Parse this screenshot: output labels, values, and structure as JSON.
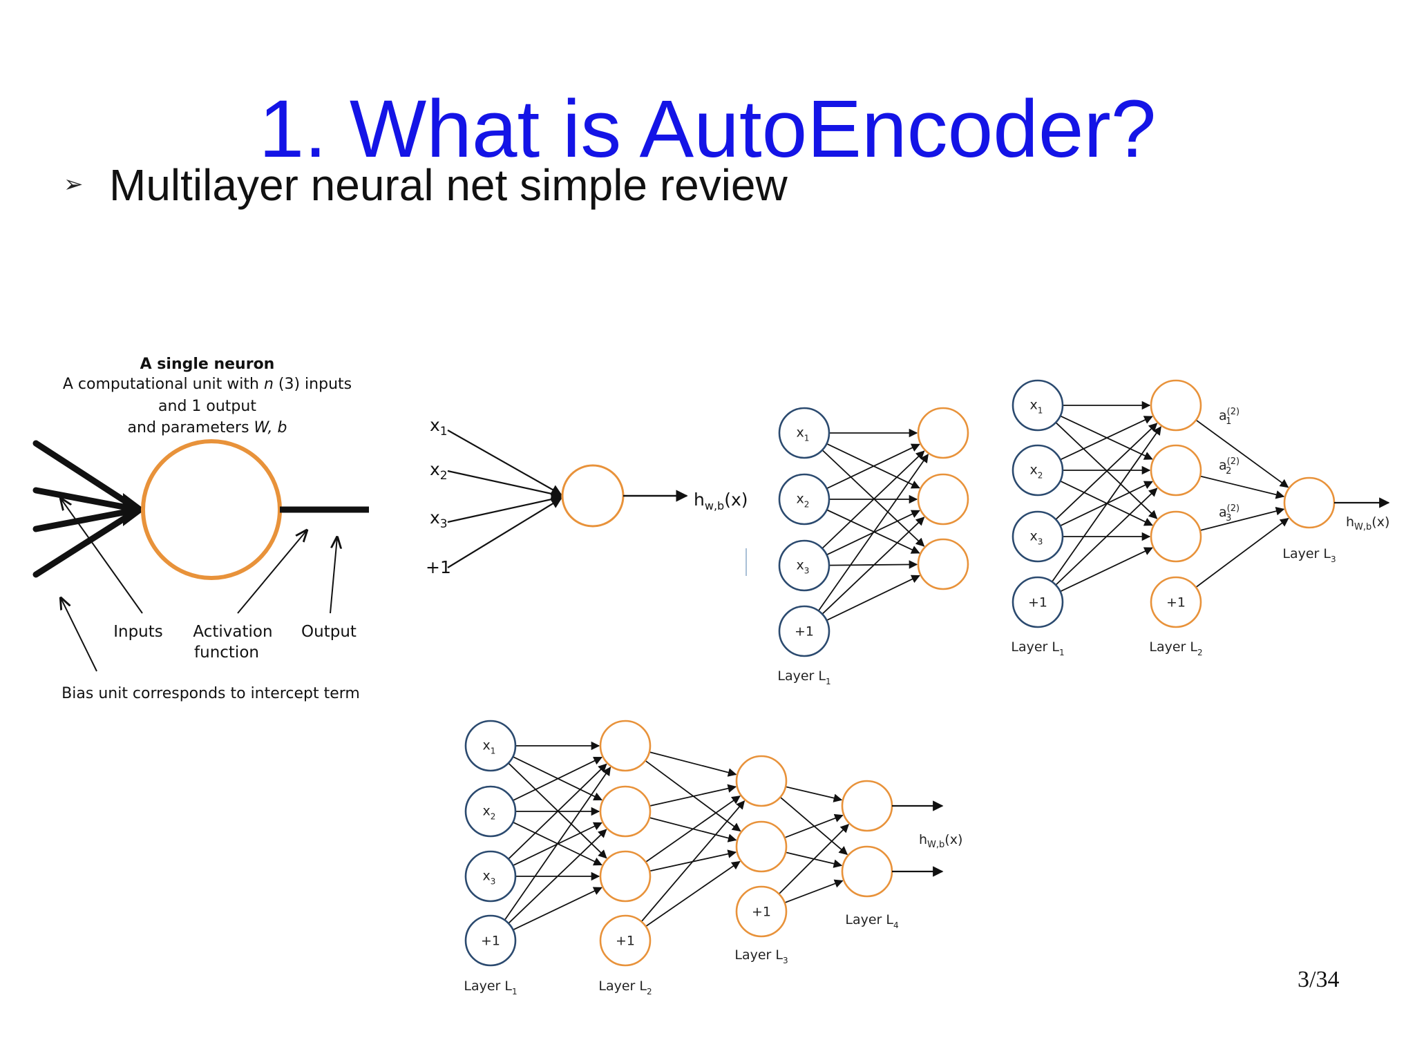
{
  "title": "1. What is AutoEncoder?",
  "bullet": {
    "marker": "➢",
    "text": "Multilayer neural net simple review"
  },
  "page_number": "3/34",
  "colors": {
    "title": "#1414e6",
    "input_node": "#2b4a6f",
    "hidden_node": "#e8923a"
  },
  "single_neuron": {
    "heading": "A single neuron",
    "description_line1_a": "A computational unit with ",
    "description_line1_n": "n",
    "description_line1_b": " (3) inputs",
    "description_line2": "and 1 output",
    "description_line3_a": "and parameters ",
    "description_line3_params": "W, b",
    "label_inputs": "Inputs",
    "label_activation_1": "Activation",
    "label_activation_2": "function",
    "label_output": "Output",
    "label_bias": "Bias unit corresponds to intercept term"
  },
  "perceptron": {
    "inputs": [
      "x1",
      "x2",
      "x3",
      "+1"
    ],
    "output": "hw,b(x)"
  },
  "net_b": {
    "inputs": [
      "x1",
      "x2",
      "x3",
      "+1"
    ],
    "layer_label": "Layer L1"
  },
  "net_c": {
    "inputs": [
      "x1",
      "x2",
      "x3",
      "+1"
    ],
    "hidden_bias": "+1",
    "activations": [
      "a(2)1",
      "a(2)2",
      "a(2)3"
    ],
    "layer_labels": [
      "Layer L1",
      "Layer L2",
      "Layer L3"
    ],
    "output": "hW,b(x)"
  },
  "net_d": {
    "inputs": [
      "x1",
      "x2",
      "x3",
      "+1"
    ],
    "bias_l2": "+1",
    "bias_l3": "+1",
    "layer_labels": [
      "Layer L1",
      "Layer L2",
      "Layer L3",
      "Layer L4"
    ],
    "output": "hW,b(x)"
  }
}
